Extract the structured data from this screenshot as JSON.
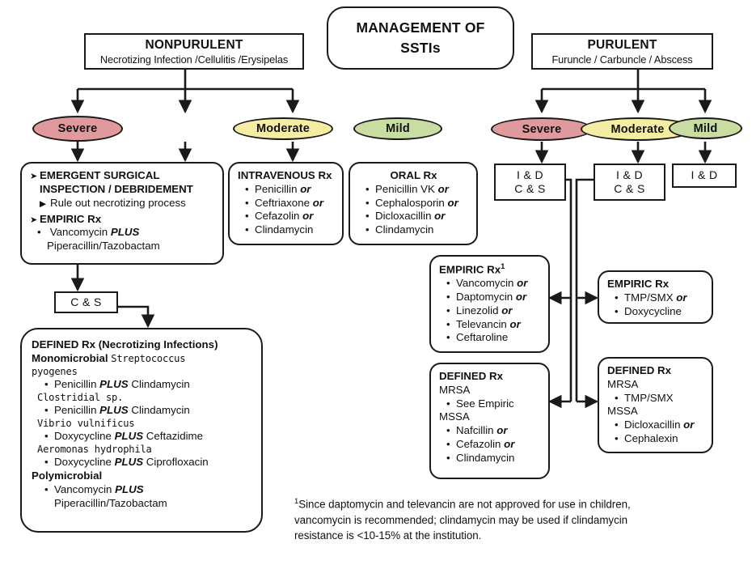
{
  "title": {
    "line1": "MANAGEMENT OF",
    "line2": "SSTIs"
  },
  "branches": {
    "nonpurulent": {
      "heading": "NONPURULENT",
      "subheading": "Necrotizing Infection /Cellulitis /Erysipelas"
    },
    "purulent": {
      "heading": "PURULENT",
      "subheading": "Furuncle / Carbuncle / Abscess"
    }
  },
  "severity_labels": {
    "severe": "Severe",
    "moderate": "Moderate",
    "mild": "Mild"
  },
  "severity_colors": {
    "severe": "#e09a9e",
    "moderate": "#f5eda2",
    "mild": "#c9dda3"
  },
  "nonpurulent_severe": {
    "line1": "EMERGENT SURGICAL",
    "line2": "INSPECTION / DEBRIDEMENT",
    "line3": "Rule out necrotizing process",
    "line4": "EMPIRIC Rx",
    "line5a": "Vancomycin ",
    "line5b": "PLUS",
    "line6": "Piperacillin/Tazobactam"
  },
  "nonpurulent_moderate": {
    "header": "INTRAVENOUS Rx",
    "items": [
      {
        "drug": "Penicillin",
        "conj": "or"
      },
      {
        "drug": "Ceftriaxone",
        "conj": "or"
      },
      {
        "drug": "Cefazolin",
        "conj": "or"
      },
      {
        "drug": "Clindamycin",
        "conj": ""
      }
    ]
  },
  "nonpurulent_mild": {
    "header": "ORAL Rx",
    "items": [
      {
        "drug": "Penicillin VK ",
        "conj": "or"
      },
      {
        "drug": "Cephalosporin",
        "conj": "or"
      },
      {
        "drug": "Dicloxacillin",
        "conj": "or"
      },
      {
        "drug": "Clindamycin",
        "conj": ""
      }
    ]
  },
  "cs_node": {
    "label": "C & S"
  },
  "defined_necrotizing": {
    "header": "DEFINED Rx (Necrotizing Infections)",
    "mono_label": "Monomicrobial",
    "organism1a": "Streptococcus",
    "organism1b": "pyogenes",
    "tx1a": "Penicillin ",
    "tx1b": "PLUS",
    "tx1c": " Clindamycin",
    "organism2": "Clostridial sp.",
    "tx2a": "Penicillin ",
    "tx2b": "PLUS",
    "tx2c": " Clindamycin",
    "organism3": "Vibrio vulnificus",
    "tx3a": "Doxycycline ",
    "tx3b": "PLUS",
    "tx3c": " Ceftazidime",
    "organism4": "Aeromonas hydrophila",
    "tx4a": "Doxycycline ",
    "tx4b": "PLUS",
    "tx4c": " Ciprofloxacin",
    "poly_label": "Polymicrobial",
    "tx5a": "Vancomycin ",
    "tx5b": "PLUS",
    "tx5c": "Piperacillin/Tazobactam"
  },
  "purulent_nodes": {
    "severe_id": {
      "l1": "I & D",
      "l2": "C & S"
    },
    "moderate_id": {
      "l1": "I & D",
      "l2": "C & S"
    },
    "mild_id": {
      "l1": "I & D",
      "l2": ""
    }
  },
  "purulent_severe_empiric": {
    "header": "EMPIRIC Rx",
    "header_sup": "1",
    "items": [
      {
        "drug": "Vancomycin",
        "conj": "or"
      },
      {
        "drug": "Daptomycin",
        "conj": "or"
      },
      {
        "drug": "Linezolid",
        "conj": "or"
      },
      {
        "drug": "Televancin",
        "conj": "or"
      },
      {
        "drug": "Ceftaroline",
        "conj": ""
      }
    ]
  },
  "purulent_severe_defined": {
    "header": "DEFINED Rx",
    "mrsa_label": "MRSA",
    "mrsa_items": [
      {
        "drug": "See Empiric",
        "conj": ""
      }
    ],
    "mssa_label": "MSSA",
    "mssa_items": [
      {
        "drug": "Nafcillin",
        "conj": "or"
      },
      {
        "drug": "Cefazolin",
        "conj": "or"
      },
      {
        "drug": "Clindamycin",
        "conj": ""
      }
    ]
  },
  "purulent_moderate_empiric": {
    "header": "EMPIRIC Rx",
    "items": [
      {
        "drug": "TMP/SMX",
        "conj": "or"
      },
      {
        "drug": "Doxycycline",
        "conj": ""
      }
    ]
  },
  "purulent_moderate_defined": {
    "header": "DEFINED Rx",
    "mrsa_label": "MRSA",
    "mrsa_items": [
      {
        "drug": "TMP/SMX",
        "conj": ""
      }
    ],
    "mssa_label": "MSSA",
    "mssa_items": [
      {
        "drug": "Dicloxacillin",
        "conj": "or"
      },
      {
        "drug": "Cephalexin",
        "conj": ""
      }
    ]
  },
  "footnote": {
    "marker": "1",
    "line1": "Since daptomycin and televancin are not approved for use in children,",
    "line2": "vancomycin is recommended; clindamycin may be used if clindamycin",
    "line3": "resistance is <10-15% at the institution."
  }
}
